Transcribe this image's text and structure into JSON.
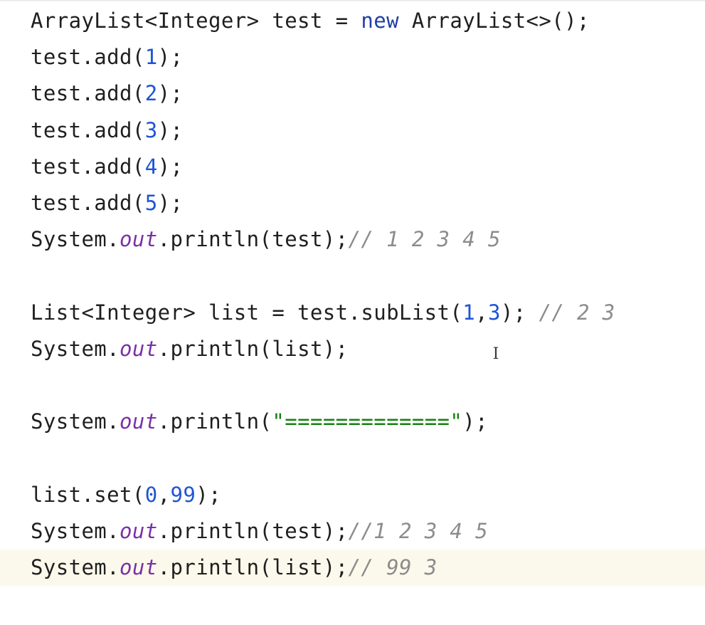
{
  "colors": {
    "background": "#ffffff",
    "current_line": "#fbf9ec",
    "plain": "#1f1f1f",
    "keyword": "#1f3fa8",
    "number": "#1e54d6",
    "field": "#7b2fa6",
    "comment": "#8c8c8c",
    "string": "#14800f"
  },
  "cursor_icon": "text-cursor-icon",
  "cursor_glyph": "I",
  "editor": {
    "lines": [
      {
        "tokens": [
          {
            "text": "ArrayList<Integer> test = ",
            "kind": "plain"
          },
          {
            "text": "new",
            "kind": "keyword"
          },
          {
            "text": " ArrayList<>();",
            "kind": "plain"
          }
        ]
      },
      {
        "tokens": [
          {
            "text": "test.add(",
            "kind": "plain"
          },
          {
            "text": "1",
            "kind": "number"
          },
          {
            "text": ");",
            "kind": "plain"
          }
        ]
      },
      {
        "tokens": [
          {
            "text": "test.add(",
            "kind": "plain"
          },
          {
            "text": "2",
            "kind": "number"
          },
          {
            "text": ");",
            "kind": "plain"
          }
        ]
      },
      {
        "tokens": [
          {
            "text": "test.add(",
            "kind": "plain"
          },
          {
            "text": "3",
            "kind": "number"
          },
          {
            "text": ");",
            "kind": "plain"
          }
        ]
      },
      {
        "tokens": [
          {
            "text": "test.add(",
            "kind": "plain"
          },
          {
            "text": "4",
            "kind": "number"
          },
          {
            "text": ");",
            "kind": "plain"
          }
        ]
      },
      {
        "tokens": [
          {
            "text": "test.add(",
            "kind": "plain"
          },
          {
            "text": "5",
            "kind": "number"
          },
          {
            "text": ");",
            "kind": "plain"
          }
        ]
      },
      {
        "tokens": [
          {
            "text": "System.",
            "kind": "plain"
          },
          {
            "text": "out",
            "kind": "field"
          },
          {
            "text": ".println(test);",
            "kind": "plain"
          },
          {
            "text": "// 1 2 3 4 5",
            "kind": "comment"
          }
        ]
      },
      {
        "tokens": []
      },
      {
        "tokens": [
          {
            "text": "List<Integer> list = test.subList(",
            "kind": "plain"
          },
          {
            "text": "1",
            "kind": "number"
          },
          {
            "text": ",",
            "kind": "plain"
          },
          {
            "text": "3",
            "kind": "number"
          },
          {
            "text": "); ",
            "kind": "plain"
          },
          {
            "text": "// 2 3",
            "kind": "comment"
          }
        ]
      },
      {
        "tokens": [
          {
            "text": "System.",
            "kind": "plain"
          },
          {
            "text": "out",
            "kind": "field"
          },
          {
            "text": ".println(list);",
            "kind": "plain"
          }
        ]
      },
      {
        "tokens": []
      },
      {
        "tokens": [
          {
            "text": "System.",
            "kind": "plain"
          },
          {
            "text": "out",
            "kind": "field"
          },
          {
            "text": ".println(",
            "kind": "plain"
          },
          {
            "text": "\"=============\"",
            "kind": "string"
          },
          {
            "text": ");",
            "kind": "plain"
          }
        ]
      },
      {
        "tokens": []
      },
      {
        "tokens": [
          {
            "text": "list.set(",
            "kind": "plain"
          },
          {
            "text": "0",
            "kind": "number"
          },
          {
            "text": ",",
            "kind": "plain"
          },
          {
            "text": "99",
            "kind": "number"
          },
          {
            "text": ");",
            "kind": "plain"
          }
        ]
      },
      {
        "tokens": [
          {
            "text": "System.",
            "kind": "plain"
          },
          {
            "text": "out",
            "kind": "field"
          },
          {
            "text": ".println(test);",
            "kind": "plain"
          },
          {
            "text": "//1 2 3 4 5",
            "kind": "comment"
          }
        ]
      },
      {
        "current": true,
        "tokens": [
          {
            "text": "System.",
            "kind": "plain"
          },
          {
            "text": "out",
            "kind": "field"
          },
          {
            "text": ".println(list);",
            "kind": "plain"
          },
          {
            "text": "// 99 3",
            "kind": "comment"
          }
        ]
      }
    ]
  }
}
